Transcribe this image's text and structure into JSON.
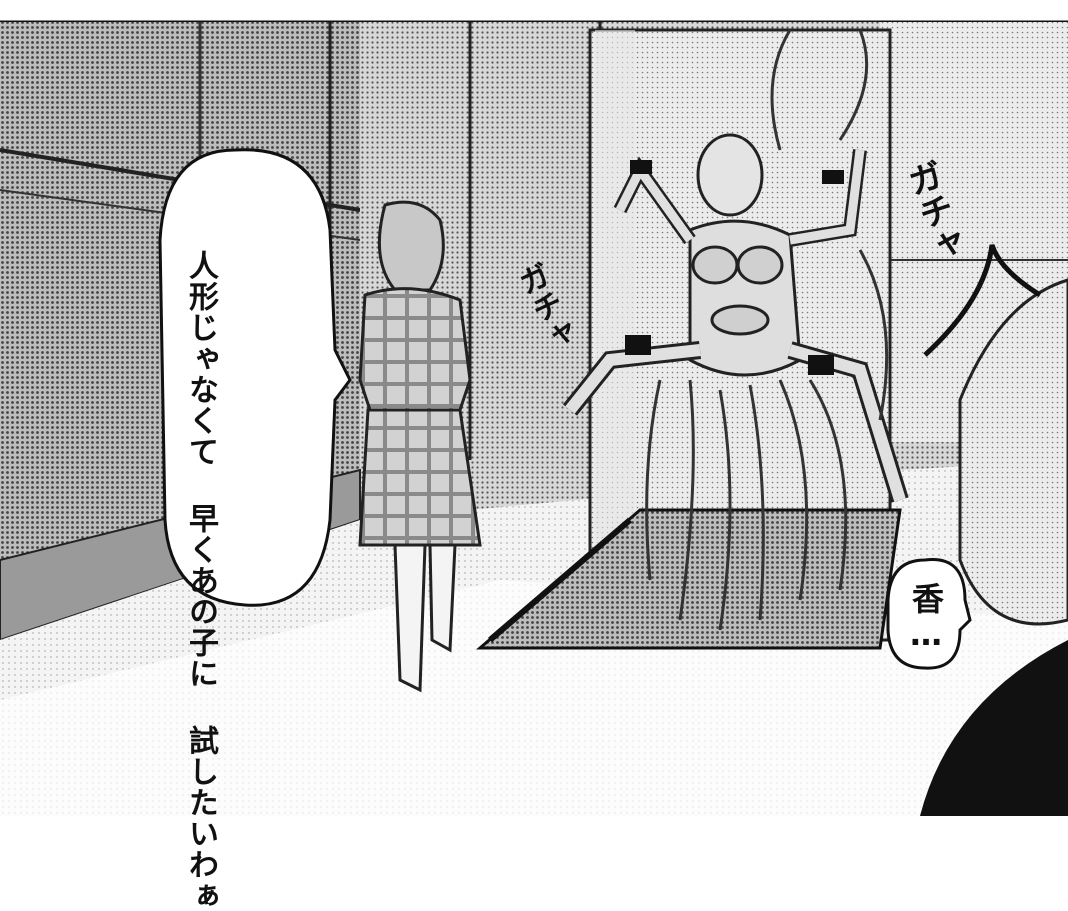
{
  "speech_bubble_main": {
    "line1": "人形じゃなくて",
    "line2": "早くあの子に",
    "line3": "試したいわぁ"
  },
  "speech_bubble_small": {
    "text": "香…"
  },
  "sfx_right": {
    "text": "ガチャ"
  },
  "sfx_left": {
    "text": "ガチャ"
  }
}
